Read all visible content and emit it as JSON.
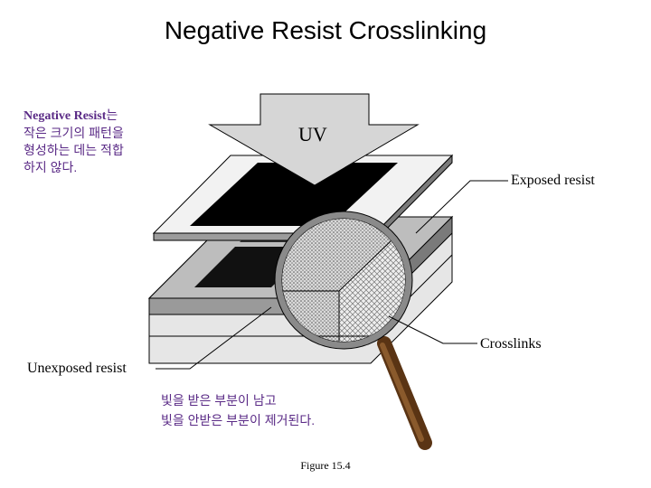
{
  "title": "Negative Resist Crosslinking",
  "note_left": {
    "bold": "Negative Resist",
    "line1_rest": "는",
    "line2": "작은 크기의 패턴을",
    "line3": "형성하는 데는 적합",
    "line4": "하지 않다."
  },
  "labels": {
    "uv": "UV",
    "exposed": "Exposed resist",
    "crosslinks": "Crosslinks",
    "unexposed": "Unexposed resist"
  },
  "note_bottom": {
    "line1": "빛을 받은 부분이 남고",
    "line2": "빛을 안받은 부분이 제거된다."
  },
  "figure": "Figure 15.4"
}
